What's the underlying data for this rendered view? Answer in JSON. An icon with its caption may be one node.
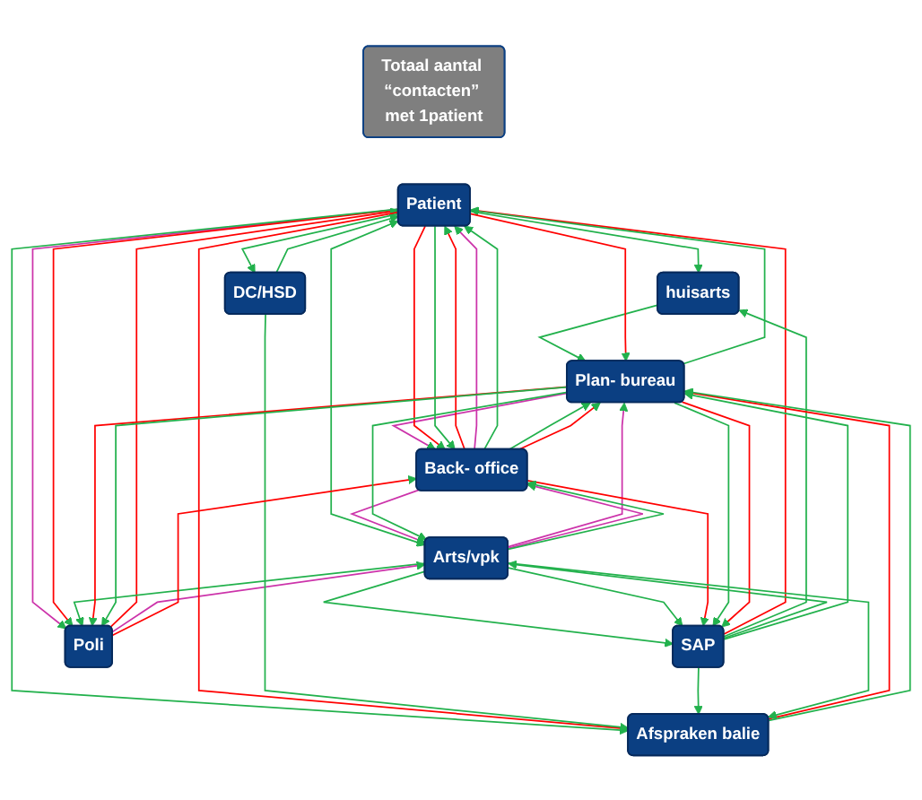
{
  "diagram": {
    "nodes": [
      {
        "text": [
          "Totaal aantal “contacten” met 1patient"
        ]
      },
      {
        "text": [
          "Patient"
        ]
      },
      {
        "text": [
          "huisarts"
        ]
      },
      {
        "text": [
          "Arts/vpk"
        ]
      },
      {
        "text": [
          "SAP"
        ]
      },
      {
        "text": [
          "Poli"
        ]
      },
      {
        "text": [
          "DC/HSD"
        ]
      },
      {
        "text": [
          "Plan- bureau"
        ]
      },
      {
        "text": [
          "Afspraken balie"
        ]
      },
      {
        "text": [
          "Back- office"
        ]
      }
    ],
    "edges": [
      {
        "from": 1,
        "to": 2,
        "arrow": "to"
      },
      {
        "from": 4,
        "to": 1,
        "arrow": "to",
        "color": "#ff0000"
      },
      {
        "from": 4,
        "to": 2,
        "arrow": "to"
      },
      {
        "from": 1,
        "to": 3,
        "arrow": "both"
      },
      {
        "from": 3,
        "to": 4,
        "arrow": "to"
      },
      {
        "from": 3,
        "to": 4,
        "arrow": "to"
      },
      {
        "from": 4,
        "to": 3,
        "arrow": "to"
      },
      {
        "from": 1,
        "to": 5,
        "arrow": "to",
        "color": "#cc33aa"
      },
      {
        "from": 1,
        "to": 5,
        "arrow": "to",
        "color": "#ff0000"
      },
      {
        "from": 5,
        "to": 1,
        "arrow": "to",
        "color": "#ff0000"
      },
      {
        "from": 3,
        "to": 5,
        "arrow": "to"
      },
      {
        "from": 5,
        "to": 3,
        "arrow": "to",
        "color": "#cc33aa"
      },
      {
        "from": 3,
        "to": 7,
        "arrow": "to",
        "color": "#cc33aa"
      },
      {
        "from": 9,
        "to": 3,
        "arrow": "to",
        "color": "#cc33aa"
      },
      {
        "from": 3,
        "to": 9,
        "arrow": "to",
        "color": "#cc33aa"
      },
      {
        "from": 7,
        "to": 9,
        "arrow": "to",
        "color": "#cc33aa"
      },
      {
        "from": 1,
        "to": 9,
        "arrow": "to",
        "color": "#ff0000"
      },
      {
        "from": 9,
        "to": 1,
        "arrow": "to",
        "color": "#ff0000"
      },
      {
        "from": 9,
        "to": 1,
        "arrow": "to",
        "color": "#cc33aa"
      },
      {
        "from": 9,
        "to": 1,
        "arrow": "to"
      },
      {
        "from": 1,
        "to": 9,
        "arrow": "to"
      },
      {
        "from": 1,
        "to": 8,
        "arrow": "to"
      },
      {
        "from": 1,
        "to": 8,
        "arrow": "to",
        "color": "#ff0000"
      },
      {
        "from": 1,
        "to": 6,
        "arrow": "to"
      },
      {
        "from": 6,
        "to": 1,
        "arrow": "to"
      },
      {
        "from": 6,
        "to": 8,
        "arrow": "to"
      },
      {
        "from": 5,
        "to": 9,
        "arrow": "to",
        "color": "#ff0000"
      },
      {
        "from": 7,
        "to": 5,
        "arrow": "to",
        "color": "#ff0000"
      },
      {
        "from": 7,
        "to": 5,
        "arrow": "to"
      },
      {
        "from": 8,
        "to": 7,
        "arrow": "to",
        "color": "#ff0000"
      },
      {
        "from": 8,
        "to": 7,
        "arrow": "to"
      },
      {
        "from": 4,
        "to": 8,
        "arrow": "to"
      },
      {
        "from": 9,
        "to": 4,
        "arrow": "to",
        "color": "#ff0000"
      },
      {
        "from": 9,
        "to": 7,
        "arrow": "to"
      },
      {
        "from": 9,
        "to": 7,
        "arrow": "to",
        "color": "#ff0000"
      },
      {
        "from": 7,
        "to": 4,
        "arrow": "to"
      },
      {
        "from": 4,
        "to": 7,
        "arrow": "to"
      },
      {
        "from": 7,
        "to": 4,
        "arrow": "to",
        "color": "#ff0000"
      },
      {
        "from": 2,
        "to": 7,
        "arrow": "to"
      },
      {
        "from": 7,
        "to": 1,
        "arrow": "to"
      },
      {
        "from": 1,
        "to": 7,
        "arrow": "to",
        "color": "#ff0000"
      },
      {
        "from": 3,
        "to": 9,
        "arrow": "to"
      },
      {
        "from": 3,
        "to": 8,
        "arrow": "to"
      },
      {
        "from": 7,
        "to": 3,
        "arrow": "to"
      }
    ]
  }
}
